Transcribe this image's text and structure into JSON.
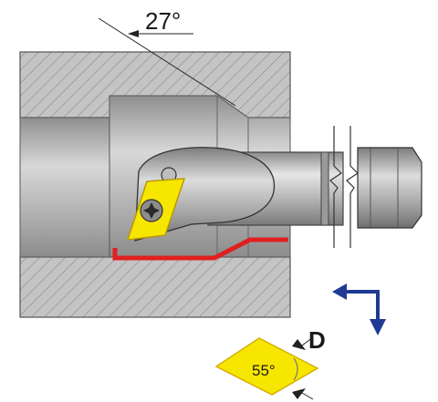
{
  "labels": {
    "lead_angle": "27°",
    "insert_type": "D",
    "insert_angle": "55°"
  },
  "colors": {
    "workpiece_hatch": "#a9a9a9",
    "bore_shading": "#bdbdbd",
    "cutting_path": "#e02020",
    "feed_arrows": "#1f3a93",
    "insert_fill": "#f7e600",
    "insert_outline": "#d4b000"
  },
  "icons": {
    "feed_direction": "feed-direction-arrows-icon",
    "insert_shape": "rhombus-insert-icon"
  }
}
